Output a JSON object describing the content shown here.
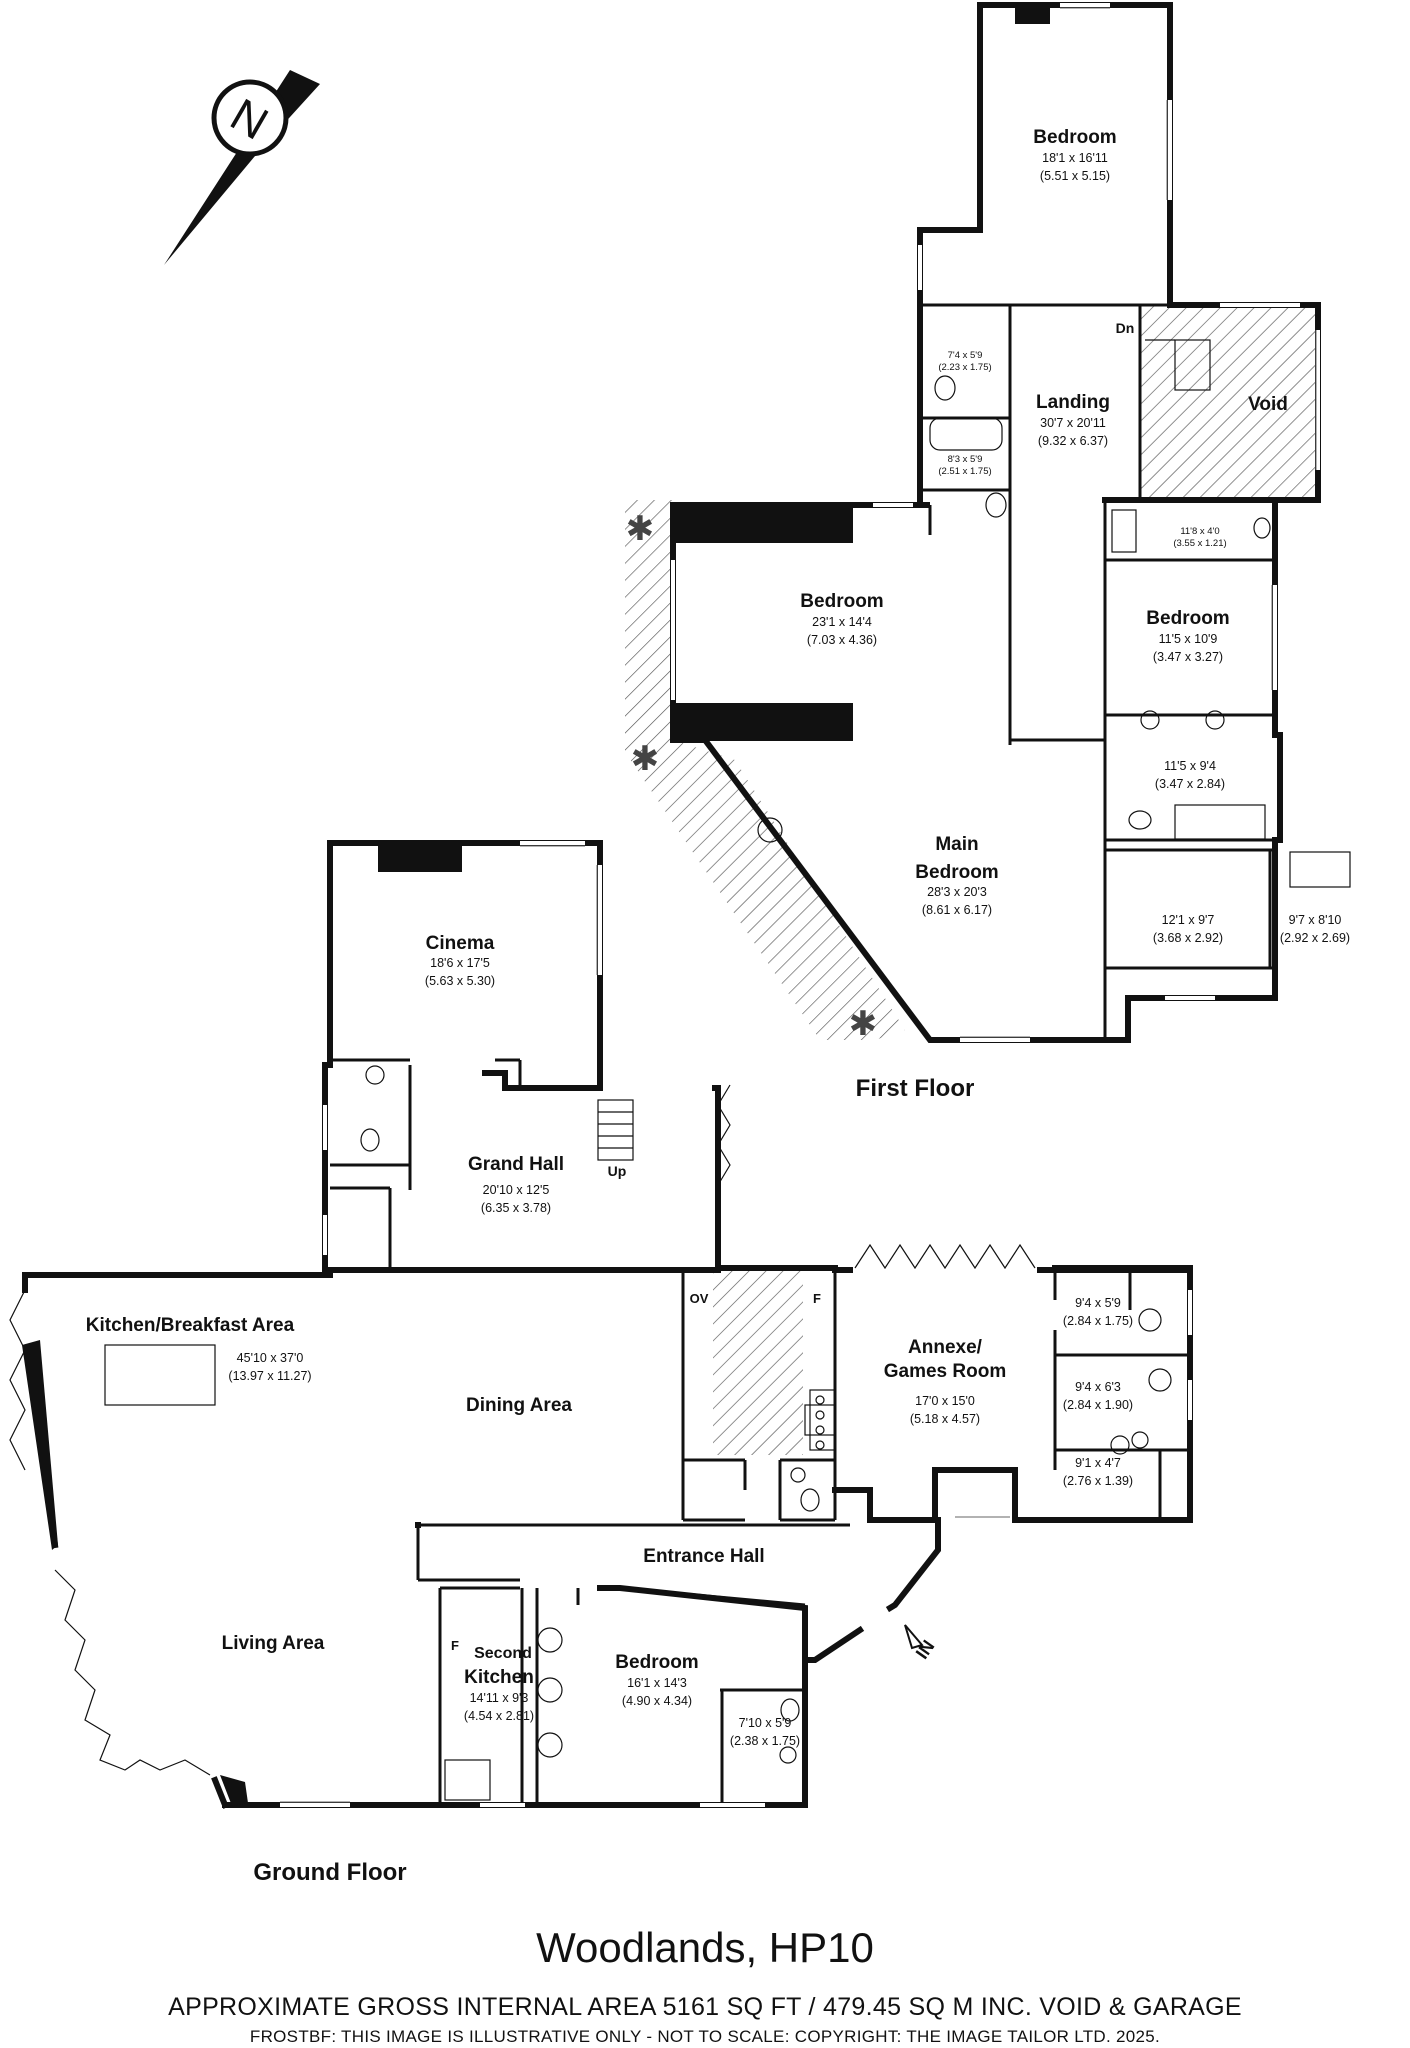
{
  "title": "Woodlands, HP10",
  "area_line": "APPROXIMATE GROSS INTERNAL AREA 5161 SQ FT / 479.45 SQ M INC. VOID & GARAGE",
  "disclaimer": "FROSTBF: THIS IMAGE IS ILLUSTRATIVE ONLY - NOT TO SCALE: COPYRIGHT: THE IMAGE TAILOR LTD. 2025.",
  "compass": {
    "letter": "N"
  },
  "floors": {
    "first": "First Floor",
    "ground": "Ground Floor"
  },
  "first_floor": {
    "top_bedroom": {
      "name": "Bedroom",
      "imperial": "18'1 x 16'11",
      "metric": "(5.51 x 5.15)"
    },
    "ensuite_a": {
      "imperial": "7'4 x 5'9",
      "metric": "(2.23 x 1.75)"
    },
    "ensuite_b": {
      "imperial": "8'3 x 5'9",
      "metric": "(2.51 x 1.75)"
    },
    "landing": {
      "name": "Landing",
      "imperial": "30'7 x 20'11",
      "metric": "(9.32 x 6.37)"
    },
    "void": {
      "name": "Void"
    },
    "dn": "Dn",
    "shower_small": {
      "imperial": "11'8 x 4'0",
      "metric": "(3.55 x 1.21)"
    },
    "bedroom_left": {
      "name": "Bedroom",
      "imperial": "23'1 x 14'4",
      "metric": "(7.03 x 4.36)"
    },
    "bedroom_right": {
      "name": "Bedroom",
      "imperial": "11'5 x 10'9",
      "metric": "(3.47 x 3.27)"
    },
    "bath_right": {
      "imperial": "11'5 x 9'4",
      "metric": "(3.47 x 2.84)"
    },
    "main_bedroom": {
      "name_line1": "Main",
      "name_line2": "Bedroom",
      "imperial": "28'3 x 20'3",
      "metric": "(8.61 x 6.17)"
    },
    "dressing": {
      "imperial": "12'1 x 9'7",
      "metric": "(3.68 x 2.92)"
    },
    "ensuite_main": {
      "imperial": "9'7 x 8'10",
      "metric": "(2.92 x 2.69)"
    }
  },
  "ground_floor": {
    "cinema": {
      "name": "Cinema",
      "imperial": "18'6 x 17'5",
      "metric": "(5.63 x 5.30)"
    },
    "grand_hall": {
      "name": "Grand Hall",
      "imperial": "20'10 x 12'5",
      "metric": "(6.35 x 3.78)"
    },
    "up": "Up",
    "kitchen": {
      "name": "Kitchen/Breakfast Area",
      "imperial": "45'10 x 37'0",
      "metric": "(13.97 x 11.27)"
    },
    "dining": {
      "name": "Dining Area"
    },
    "living": {
      "name": "Living Area"
    },
    "ov": "OV",
    "f_kitchen": "F",
    "annexe": {
      "name_line1": "Annexe/",
      "name_line2": "Games Room",
      "imperial": "17'0 x 15'0",
      "metric": "(5.18 x 4.57)"
    },
    "annexe_r1": {
      "imperial": "9'4 x 5'9",
      "metric": "(2.84 x 1.75)"
    },
    "annexe_r2": {
      "imperial": "9'4 x 6'3",
      "metric": "(2.84 x 1.90)"
    },
    "annexe_r3": {
      "imperial": "9'1 x 4'7",
      "metric": "(2.76 x 1.39)"
    },
    "entrance_hall": {
      "name": "Entrance Hall"
    },
    "in": "IN",
    "second_kitchen": {
      "name_line1": "Second",
      "name_line2": "Kitchen",
      "imperial": "14'11 x 9'3",
      "metric": "(4.54 x 2.81)"
    },
    "f_second": "F",
    "bedroom_gf": {
      "name": "Bedroom",
      "imperial": "16'1 x 14'3",
      "metric": "(4.90 x 4.34)"
    },
    "ensuite_gf": {
      "imperial": "7'10 x 5'9",
      "metric": "(2.38 x 1.75)"
    }
  }
}
